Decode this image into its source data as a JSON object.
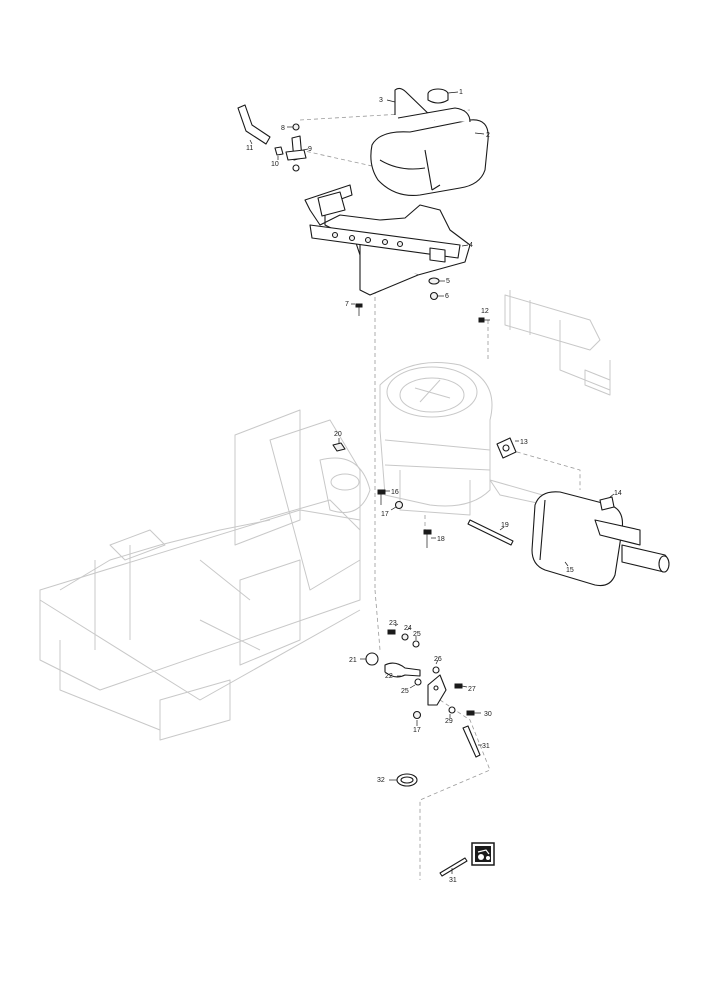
{
  "callouts": {
    "c1": "1",
    "c2": "2",
    "c3": "3",
    "c4": "4",
    "c5": "5",
    "c6": "6",
    "c7": "7",
    "c8": "8",
    "c9": "9",
    "c10": "10",
    "c11": "11",
    "c12": "12",
    "c13": "13",
    "c14": "14",
    "c15": "15",
    "c16": "16",
    "c17a": "17",
    "c17b": "17",
    "c18": "18",
    "c19": "19",
    "c20": "20",
    "c21": "21",
    "c22": "22",
    "c23": "23",
    "c24": "24",
    "c25a": "25",
    "c25b": "25",
    "c26": "26",
    "c27": "27",
    "c29": "29",
    "c30": "30",
    "c31a": "31",
    "c31b": "31",
    "c32": "32"
  },
  "colors": {
    "line": "#1a1a1a",
    "ghost": "#c8c8c8",
    "dash": "#9a9a9a"
  },
  "icons": {
    "reference_symbol": "tractor-reference-icon"
  }
}
